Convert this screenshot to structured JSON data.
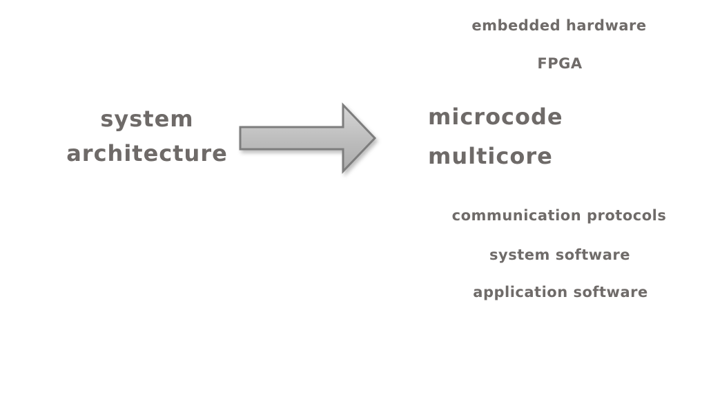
{
  "canvas": {
    "background_color": "#ffffff",
    "text_color": "#6e6a68"
  },
  "diagram": {
    "source": {
      "lines": [
        "system",
        "architecture"
      ]
    },
    "arrow": {
      "direction": "right",
      "fill_top_color": "#d6d6d6",
      "fill_bottom_color": "#acacac",
      "stroke_color": "#7d7d7d"
    },
    "targets": {
      "embedded_hardware": "embedded hardware",
      "fpga": "FPGA",
      "microcode": "microcode",
      "multicore": "multicore",
      "communication_protocols": "communication protocols",
      "system_software": "system software",
      "application_software": "application software"
    }
  }
}
